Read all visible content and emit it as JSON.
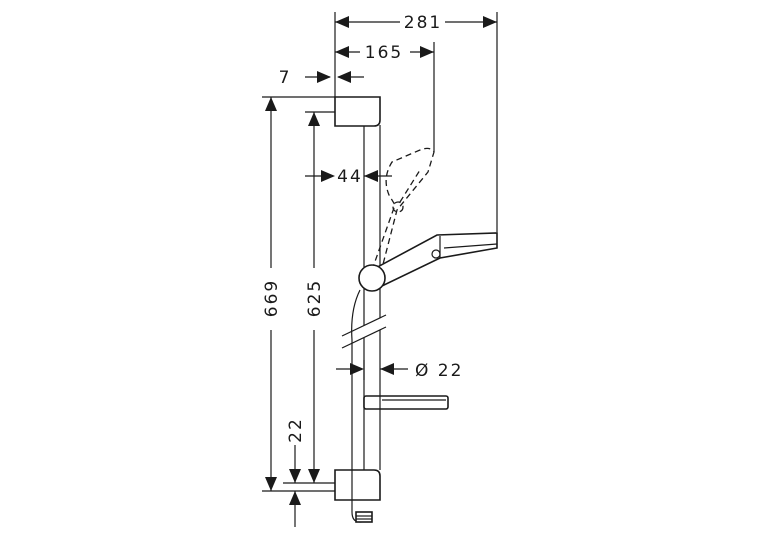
{
  "dimensions": {
    "overall_width": "281",
    "handshower_reach": "165",
    "wall_offset": "7",
    "rail_to_slider": "44",
    "overall_height": "669",
    "bracket_spacing": "625",
    "bottom_offset": "22",
    "rail_diameter": "Ø 22"
  }
}
